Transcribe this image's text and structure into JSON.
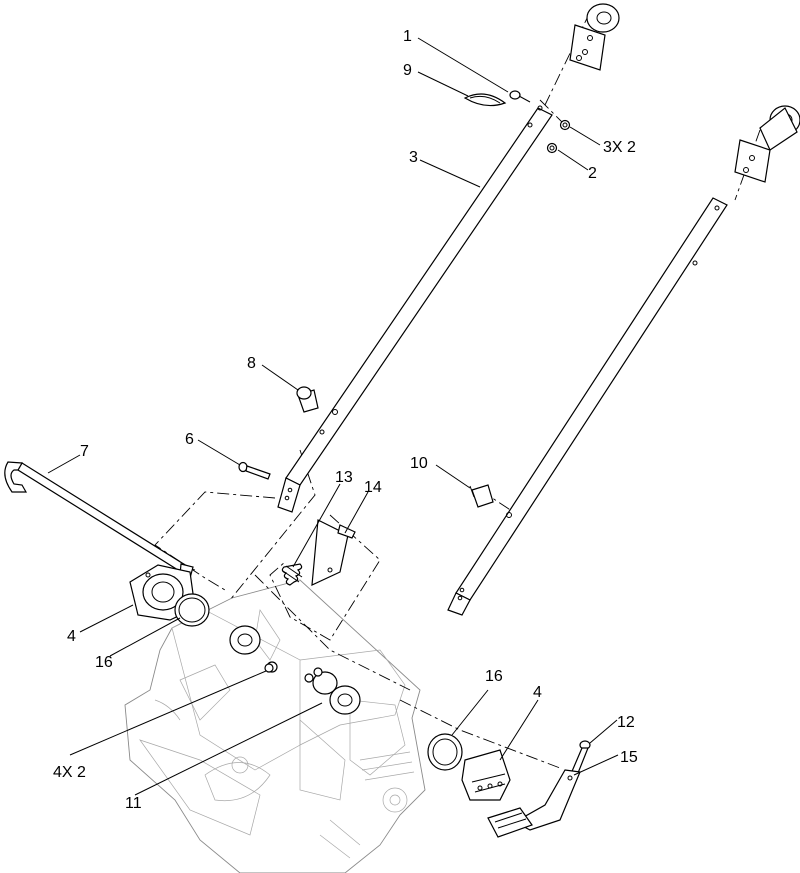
{
  "callouts": {
    "c1": "1",
    "c9": "9",
    "c3x2": "3X 2",
    "c3": "3",
    "c2": "2",
    "c8": "8",
    "c7": "7",
    "c6": "6",
    "c10": "10",
    "c13": "13",
    "c14": "14",
    "c4_left": "4",
    "c16_left": "16",
    "c4x2": "4X 2",
    "c11": "11",
    "c16_right": "16",
    "c4_right": "4",
    "c12": "12",
    "c15": "15"
  }
}
